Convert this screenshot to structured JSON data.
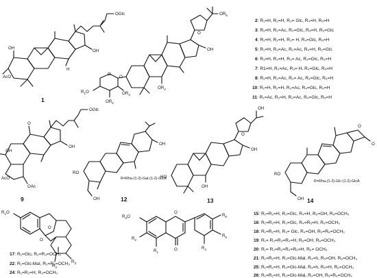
{
  "compounds": {
    "c1": {
      "label": "1",
      "atoms": {
        "glc": "OGlc",
        "oh1": "OH",
        "oh2": "OH",
        "h": "H",
        "aco": "AcO"
      }
    },
    "c2to11": {
      "atoms": {
        "or5": "OR",
        "or5sub": "5",
        "o_ring": "O",
        "oh": "OH",
        "o_sug": "O",
        "o_link": "O",
        "r1o": "R",
        "r1osub": "1",
        "r1o_o": "O",
        "or3": "OR",
        "or3sub": "3",
        "or2": "OR",
        "or2sub": "2",
        "or4": "OR",
        "or4sub": "4"
      },
      "legend": [
        {
          "num": "2",
          "text": ": R₁=H, R₂=H, R₃= Glc, R₄=H, R₅=H"
        },
        {
          "num": "3",
          "text": ": R₁=H, R₂=Ac, R₃=Glc, R₄=H, R₅=Glc"
        },
        {
          "num": "4",
          "text": ": R₁=H, R₂=H, R₃= H, R₄=Glc, R₅=H"
        },
        {
          "num": "5",
          "text": ": R₁=H, R₂=Ac, R₃=Ac, R₄=H, R₅=Glc"
        },
        {
          "num": "6",
          "text": ": R₁=H, R₂=H, R₃= Ac, R₄=Glc, R₅=H"
        },
        {
          "num": "7",
          "text": ": R1=H, R₂=Ac, R₃= H, R₄=Glc, R₅=H"
        },
        {
          "num": "8",
          "text": ": R₁=H, R₂=Ac, R₃= Ac, R₄=Glc, R₅=H"
        },
        {
          "num": "10",
          "text": ": R₁=H, R₂=H, R₃=Ac, R₄=Glc, R₅=H"
        },
        {
          "num": "11",
          "text": ": R₁=Ac, R₂=H, R₃=Ac, R₄=Glc, R₅=H"
        }
      ]
    },
    "c9": {
      "label": "9",
      "atoms": {
        "glc": "OGlc",
        "o": "O",
        "oh1": "OH",
        "oh2": "OH",
        "aco": "AcO",
        "oac": "OAc"
      }
    },
    "c12": {
      "label": "12",
      "atoms": {
        "oh": "OH",
        "ro": "RO",
        "oh2": "OH"
      },
      "r": "R=Rha-(1-2)-Gal-(1-2)-GlcA"
    },
    "c13": {
      "label": "13",
      "atoms": {
        "oh1": "OH",
        "o": "O",
        "oh2": "OH",
        "ho": "HO",
        "oh3": "OH"
      }
    },
    "c14": {
      "label": "14",
      "atoms": {
        "o1": "O",
        "o2": "O",
        "ro": "RO",
        "oh": "OH"
      },
      "r": "R=Rha-(1-2)-Glc-(1-2)-GlcA"
    },
    "c17": {
      "atoms": {
        "r1o": "R",
        "r1osub": "1",
        "r1o_o": "O",
        "o1": "O",
        "o2": "O",
        "r2": "R",
        "r2sub": "2",
        "r3": "R",
        "r3sub": "3"
      },
      "legend": [
        {
          "num": "17",
          "text": ": R₁=Glc, R₂=R₃=OCH₃"
        },
        {
          "num": "22",
          "text": ": R₁=Glc-Mal, R₂=R₃=OCH₃"
        },
        {
          "num": "24",
          "text": ": R₁=R₂=H, R₃=OCH₃"
        }
      ]
    },
    "c15": {
      "atoms": {
        "r3o": "R",
        "r3osub": "3",
        "r3o_o": "O",
        "o_ring": "O",
        "o_keto": "O",
        "r2": "R",
        "r2sub": "2",
        "r1": "R",
        "r1sub": "1",
        "r4": "R",
        "r4sub": "4",
        "r5": "R",
        "r5sub": "5",
        "r6": "R",
        "r6sub": "6"
      },
      "legend": [
        {
          "num": "15",
          "text": ": R₁=R₂=H, R₃=Glc, R₄=H, R₅=OH, R₆=OCH₃"
        },
        {
          "num": "16",
          "text": ": R₁=R₂=H, R₃=Glc, R₄=R₅=H, R₆=OCH₃"
        },
        {
          "num": "18",
          "text": ": R₁=R₂=H, R₃= Glc, R₄=OH, R₅=R₆=OCH₃"
        },
        {
          "num": "19",
          "text": ": R₁= R₂=R₃=R₄=H, R₅=OH, R₆=OCH₃"
        },
        {
          "num": "20",
          "text": ": R₁= R₂=R₃=R₄=R₅=H, R₆= OCH₃"
        },
        {
          "num": "21",
          "text": ": R₁=R₂=H, R₃=Glc-Mal, R₄=h, R₅=OH, R₆=OCH₃"
        },
        {
          "num": "25",
          "text": ": R₁=R₂=H, R₃=Glc-Mal, R₄=h, R₅=H, R₆=OCH₃"
        },
        {
          "num": "26",
          "text": ": R₁=R₂=H, R₃=Glc-Mal, R₄=OH, R₅=R₆=OCH₃"
        }
      ]
    }
  }
}
